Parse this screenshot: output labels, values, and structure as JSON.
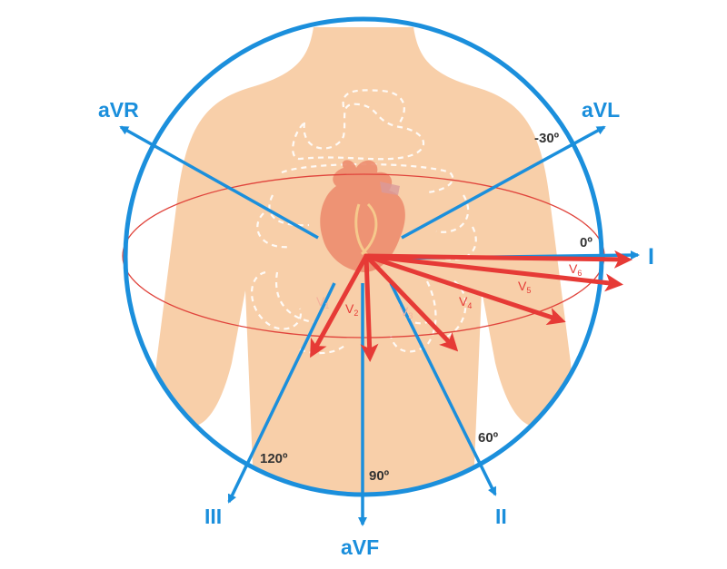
{
  "colors": {
    "limb_axis": "#1b8fdc",
    "precordial": "#e63a36",
    "torso": "#f8cfa9",
    "heart": "#ec8c6e",
    "ring": "#1b8fdc",
    "ellipse": "#e0443c",
    "angle_text": "#333333"
  },
  "icons": {
    "torso": "human-torso-silhouette",
    "heart": "heart-illustration",
    "ribs": "dashed-rib-cage-outline"
  },
  "limb_leads": {
    "aVR": "aVR",
    "aVL": "aVL",
    "I": "I",
    "II": "II",
    "III": "III",
    "aVF": "aVF"
  },
  "angles": {
    "minus30": "-30º",
    "zero": "0º",
    "sixty": "60º",
    "ninety": "90º",
    "onetwenty": "120º"
  },
  "precordial_leads": {
    "V1": {
      "letter": "V",
      "sub": "1"
    },
    "V2": {
      "letter": "V",
      "sub": "2"
    },
    "V3": {
      "letter": "V",
      "sub": "3"
    },
    "V4": {
      "letter": "V",
      "sub": "4"
    },
    "V5": {
      "letter": "V",
      "sub": "5"
    },
    "V6": {
      "letter": "V",
      "sub": "6"
    }
  }
}
